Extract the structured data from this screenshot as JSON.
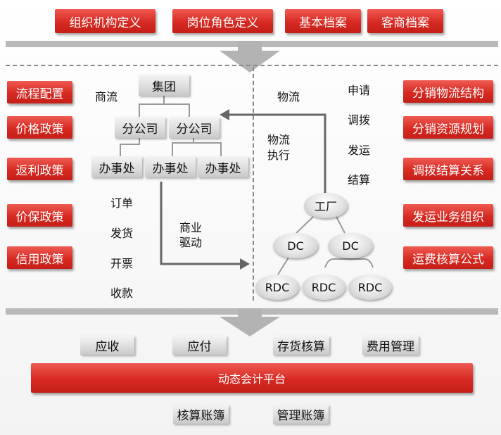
{
  "top_buttons": [
    "组织机构定义",
    "岗位角色定义",
    "基本档案",
    "客商档案"
  ],
  "left_policies": [
    "流程配置",
    "价格政策",
    "返利政策",
    "价保政策",
    "信用政策"
  ],
  "right_items": [
    "分销物流结构",
    "分销资源规划",
    "调拨结算关系",
    "发运业务组织",
    "运费核算公式"
  ],
  "org": {
    "group": "集团",
    "branches": [
      "分公司",
      "分公司"
    ],
    "offices": [
      "办事处",
      "办事处",
      "办事处"
    ],
    "flow_label": "商流",
    "actions": [
      "订单",
      "发货",
      "开票",
      "收款"
    ],
    "drive_label": [
      "商业",
      "驱动"
    ]
  },
  "logistics": {
    "flow_label": "物流",
    "exec_label": [
      "物流",
      "执行"
    ],
    "steps": [
      "申请",
      "调拨",
      "发运",
      "结算"
    ],
    "factory": "工厂",
    "dcs": [
      "DC",
      "DC"
    ],
    "rdcs": [
      "RDC",
      "RDC",
      "RDC"
    ]
  },
  "finance": [
    "应收",
    "应付",
    "存货核算",
    "费用管理"
  ],
  "platform": "动态会计平台",
  "ledgers": [
    "核算账簿",
    "管理账簿"
  ],
  "colors": {
    "accent": "#d62a22",
    "band": "#b9b9b9",
    "line": "#666666"
  }
}
